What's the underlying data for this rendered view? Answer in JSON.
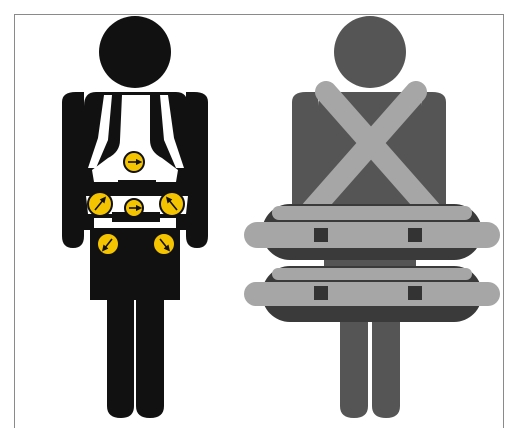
{
  "illustration": {
    "left_figure": {
      "name": "proper-harness-figure",
      "body_color": "#111111",
      "harness_color": "#ffffff",
      "adjuster_color": "#f5c400",
      "adjuster_arrow_color": "#111111",
      "adjusters": [
        {
          "name": "chest-adjuster-icon",
          "direction": "right"
        },
        {
          "name": "left-hip-adjuster-icon",
          "direction": "up-right"
        },
        {
          "name": "center-hip-adjuster-icon",
          "direction": "right"
        },
        {
          "name": "right-hip-adjuster-icon",
          "direction": "up-left"
        },
        {
          "name": "left-leg-adjuster-icon",
          "direction": "down-left"
        },
        {
          "name": "right-leg-adjuster-icon",
          "direction": "down-right"
        }
      ]
    },
    "right_figure": {
      "name": "improper-harness-figure",
      "body_color": "#555555",
      "strap_color": "#a6a6a6",
      "band_color": "#3a3a3a",
      "buckle_color": "#333333"
    },
    "frame_color": "#8a8a8a"
  }
}
